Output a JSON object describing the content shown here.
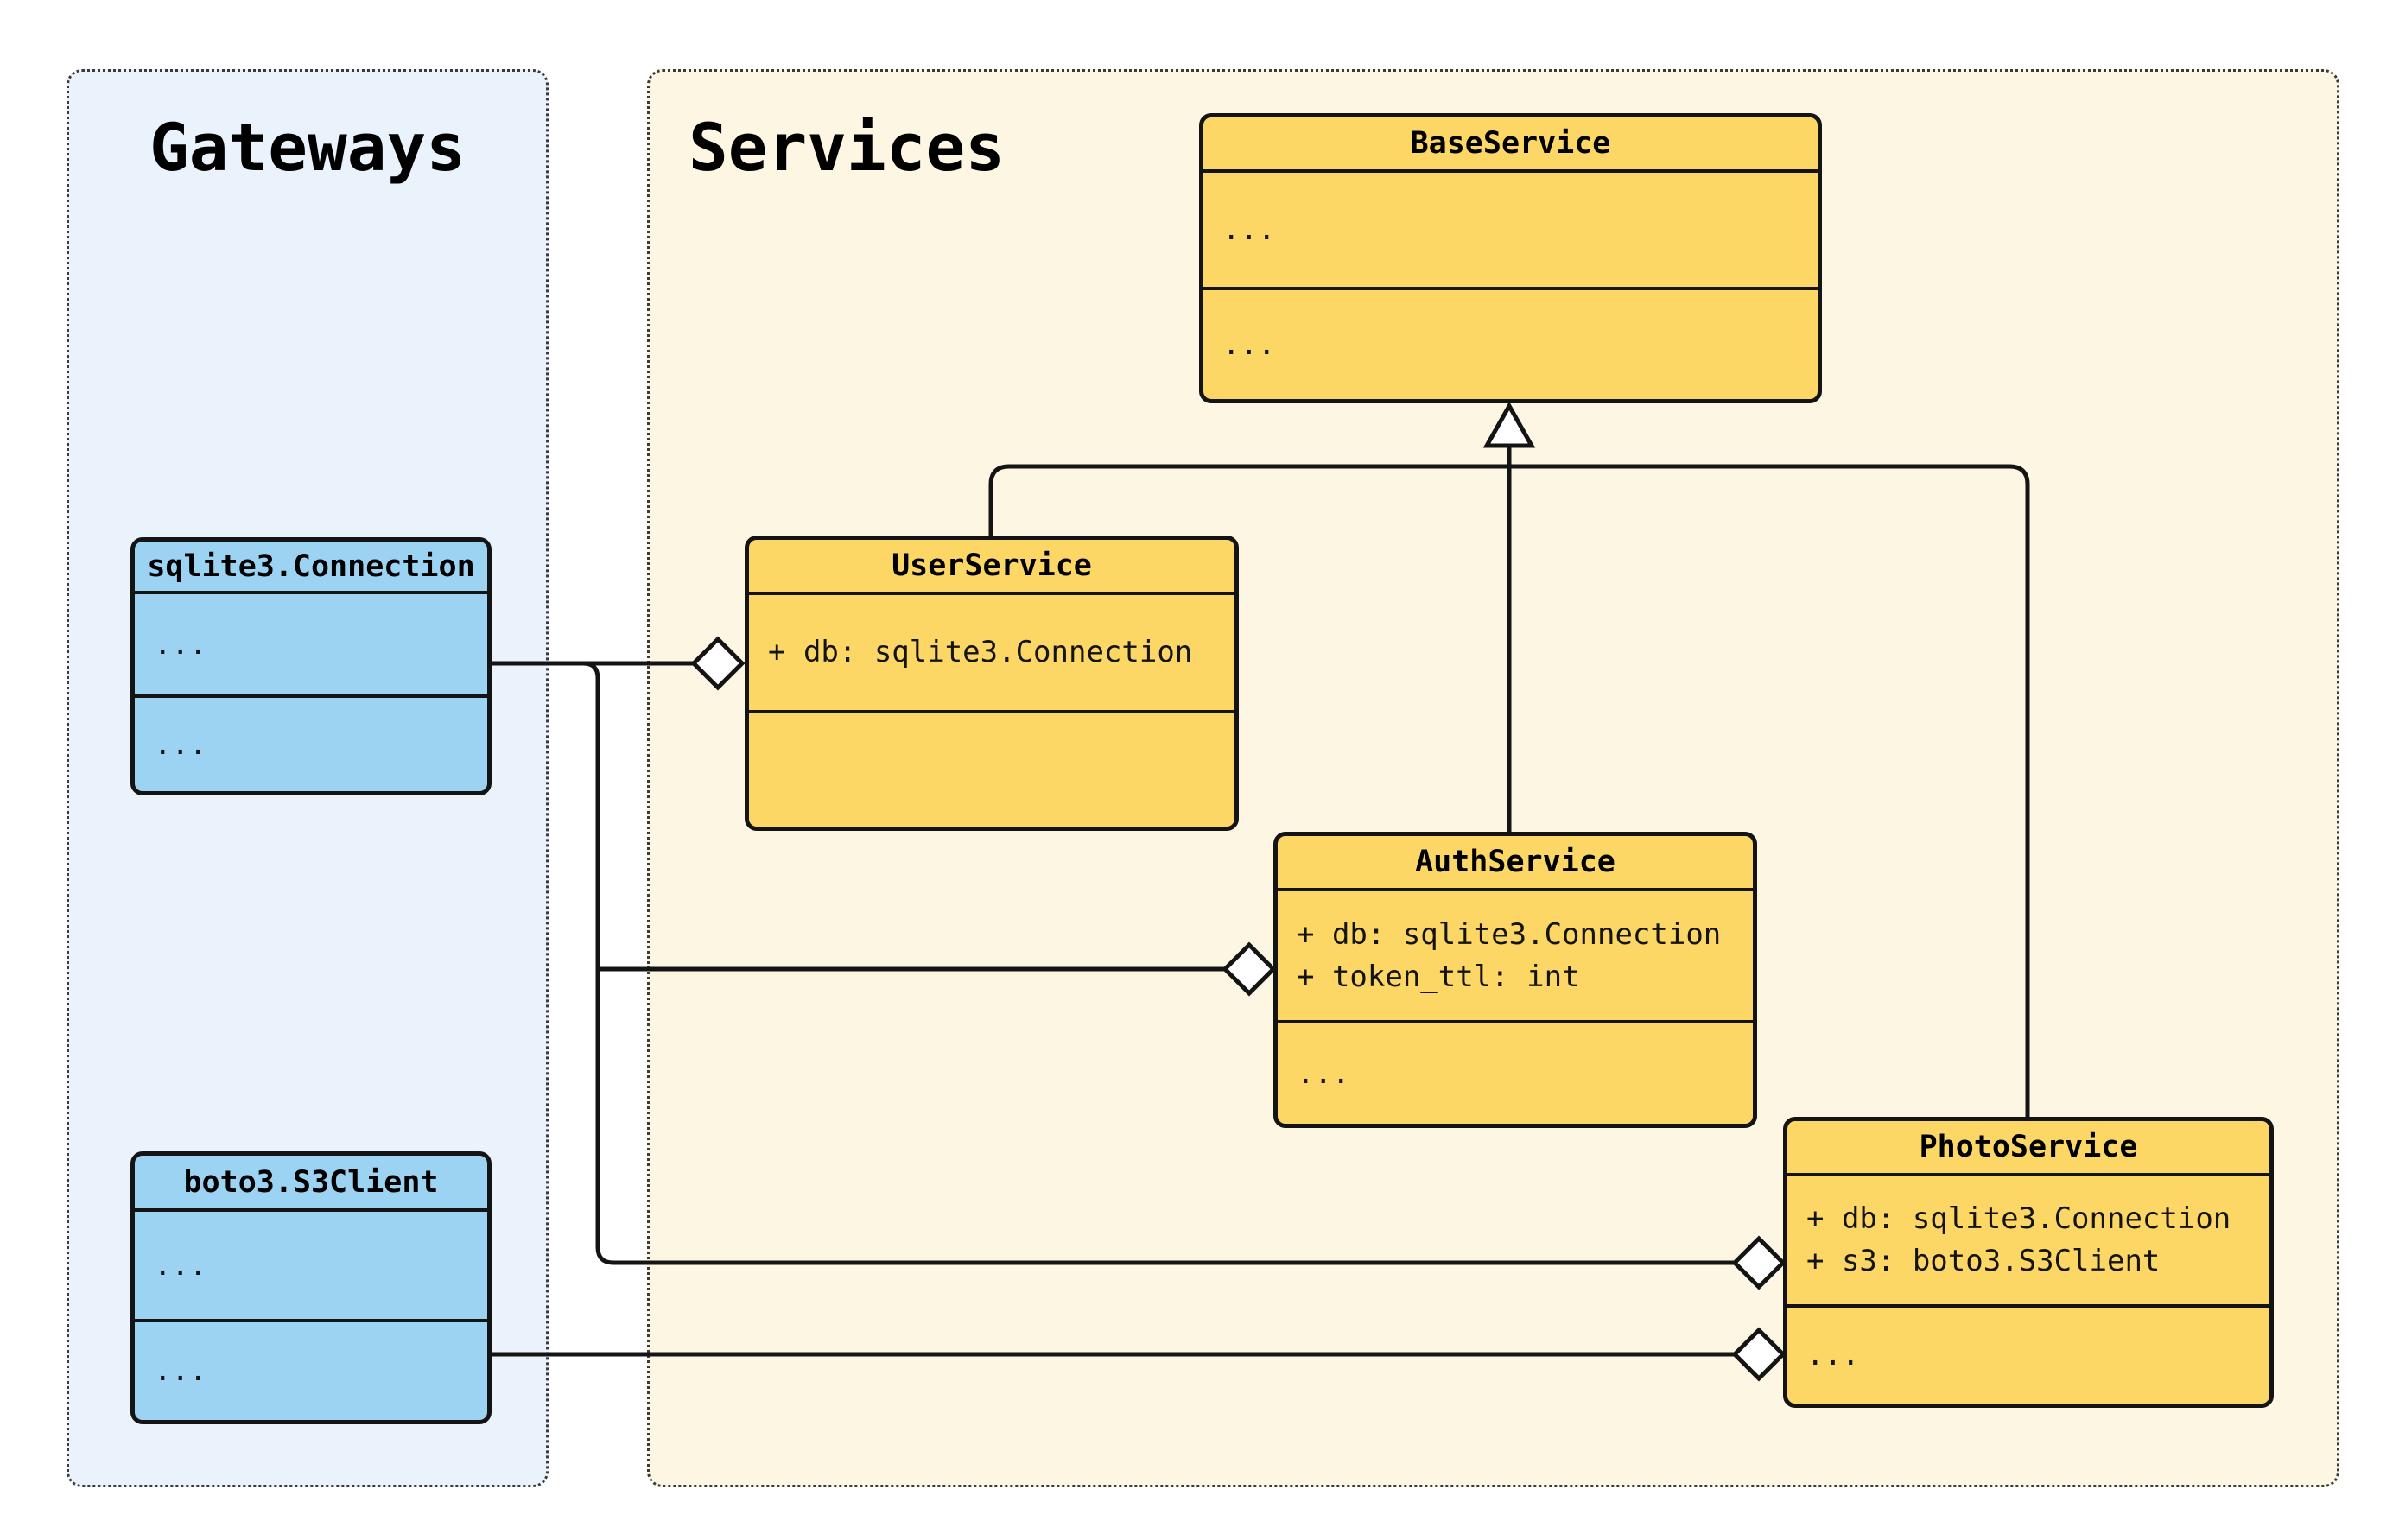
{
  "diagram": {
    "type": "uml-class-diagram",
    "panels": [
      {
        "id": "gateways",
        "title": "Gateways",
        "fill": "#eaf2fb"
      },
      {
        "id": "services",
        "title": "Services",
        "fill": "#fdf6e3"
      }
    ],
    "classes": [
      {
        "name": "sqlite3.Connection",
        "panel": "gateways",
        "fill": "#9cd3f3",
        "attributes": [
          "..."
        ],
        "methods": [
          "..."
        ]
      },
      {
        "name": "boto3.S3Client",
        "panel": "gateways",
        "fill": "#9cd3f3",
        "attributes": [
          "..."
        ],
        "methods": [
          "..."
        ]
      },
      {
        "name": "BaseService",
        "panel": "services",
        "fill": "#fcd766",
        "attributes": [
          "..."
        ],
        "methods": [
          "..."
        ]
      },
      {
        "name": "UserService",
        "panel": "services",
        "fill": "#fcd766",
        "attributes": [
          "+ db: sqlite3.Connection"
        ],
        "methods": []
      },
      {
        "name": "AuthService",
        "panel": "services",
        "fill": "#fcd766",
        "attributes": [
          "+ db: sqlite3.Connection",
          "+ token_ttl: int"
        ],
        "methods": [
          "..."
        ]
      },
      {
        "name": "PhotoService",
        "panel": "services",
        "fill": "#fcd766",
        "attributes": [
          "+ db: sqlite3.Connection",
          "+ s3: boto3.S3Client"
        ],
        "methods": [
          "..."
        ]
      }
    ],
    "relationships": [
      {
        "type": "inheritance",
        "parent": "BaseService",
        "children": [
          "UserService",
          "AuthService",
          "PhotoService"
        ],
        "marker": "hollow-triangle"
      },
      {
        "type": "aggregation",
        "part": "sqlite3.Connection",
        "wholes": [
          "UserService",
          "AuthService",
          "PhotoService"
        ],
        "marker": "hollow-diamond"
      },
      {
        "type": "aggregation",
        "part": "boto3.S3Client",
        "wholes": [
          "PhotoService"
        ],
        "marker": "hollow-diamond"
      }
    ],
    "colors": {
      "background": "#ffffff",
      "line": "#141414",
      "gateway_box_fill": "#9cd3f3",
      "service_box_fill": "#fcd766",
      "gateways_panel_fill": "#eaf2fb",
      "services_panel_fill": "#fdf6e3"
    }
  }
}
